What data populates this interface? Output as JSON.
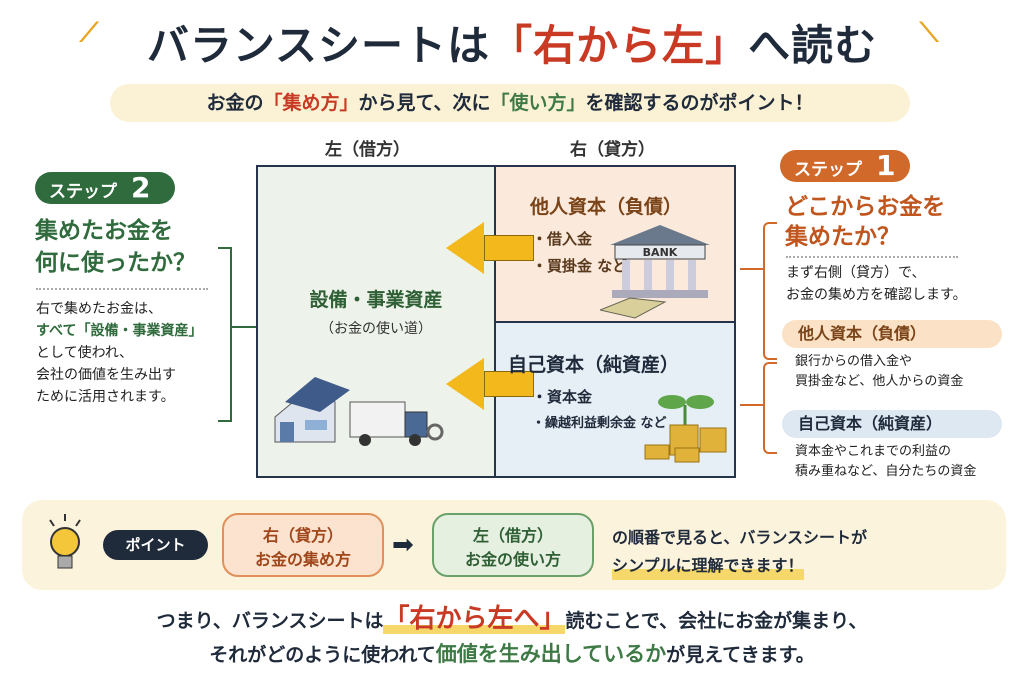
{
  "title": {
    "pre": "バランスシートは",
    "highlight": "「右から左」",
    "post": "へ読む"
  },
  "subtitle": {
    "p1": "お金の",
    "h1": "「集め方」",
    "p2": "から見て、次に",
    "h2": "「使い方」",
    "p3": "を確認するのがポイント！"
  },
  "columns": {
    "left": "左（借方）",
    "right": "右（貸方）"
  },
  "assets": {
    "title": "設備・事業資産",
    "note": "（お金の使い道）"
  },
  "liabilities": {
    "title": "他人資本（負債）",
    "items": [
      "・借入金",
      "・買掛金 など"
    ],
    "bank_label": "BANK"
  },
  "equity": {
    "title": "自己資本（純資産）",
    "items": [
      "・資本金",
      "・繰越利益剰余金 など"
    ]
  },
  "step2": {
    "label": "ステップ",
    "num": "2",
    "heading1": "集めたお金を",
    "heading2": "何に使ったか？",
    "lines": [
      "右で集めたお金は、",
      "すべて「設備・事業資産」",
      "として使われ、",
      "会社の価値を生み出す",
      "ために活用されます。"
    ]
  },
  "step1": {
    "label": "ステップ",
    "num": "1",
    "heading1": "どこからお金を",
    "heading2": "集めたか？",
    "lines": [
      "まず右側（貸方）で、",
      "お金の集め方を確認します。"
    ],
    "liab_pill": "他人資本（負債）",
    "liab_lines": [
      "銀行からの借入金や",
      "買掛金など、他人からの資金"
    ],
    "eq_pill": "自己資本（純資産）",
    "eq_lines": [
      "資本金やこれまでの利益の",
      "積み重ねなど、自分たちの資金"
    ]
  },
  "point": {
    "badge": "ポイント",
    "from1": "右（貸方）",
    "from2": "お金の集め方",
    "to1": "左（借方）",
    "to2": "お金の使い方",
    "text1": "の順番で見ると、バランスシートが",
    "text2": "シンプルに理解できます！"
  },
  "conclusion": {
    "l1a": "つまり、バランスシートは",
    "l1h": "「右から左へ」",
    "l1b": "読むことで、会社にお金が集まり、",
    "l2a": "それがどのように使われて",
    "l2h": "価値を生み出しているか",
    "l2b": "が見えてきます。"
  },
  "colors": {
    "red": "#c83a24",
    "green": "#3e7a45",
    "orange": "#d0692a",
    "navy": "#1f2a3a",
    "yellow": "#f2b81c"
  }
}
